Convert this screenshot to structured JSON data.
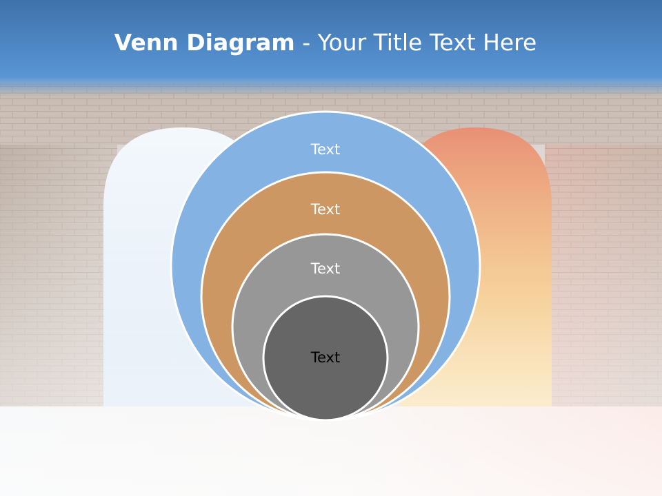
{
  "title": {
    "bold": "Venn Diagram",
    "rest": " - Your Title Text Here"
  },
  "diagram": {
    "circles": [
      {
        "label": "Text",
        "fill": "#84b2e2",
        "text_color": "#ffffff"
      },
      {
        "label": "Text",
        "fill": "#cc9762",
        "text_color": "#ffffff"
      },
      {
        "label": "Text",
        "fill": "#979797",
        "text_color": "#ffffff"
      },
      {
        "label": "Text",
        "fill": "#666666",
        "text_color": "#000000"
      }
    ]
  },
  "colors": {
    "title_band": "#4d86c4",
    "circle_outline": "#ffffff"
  }
}
